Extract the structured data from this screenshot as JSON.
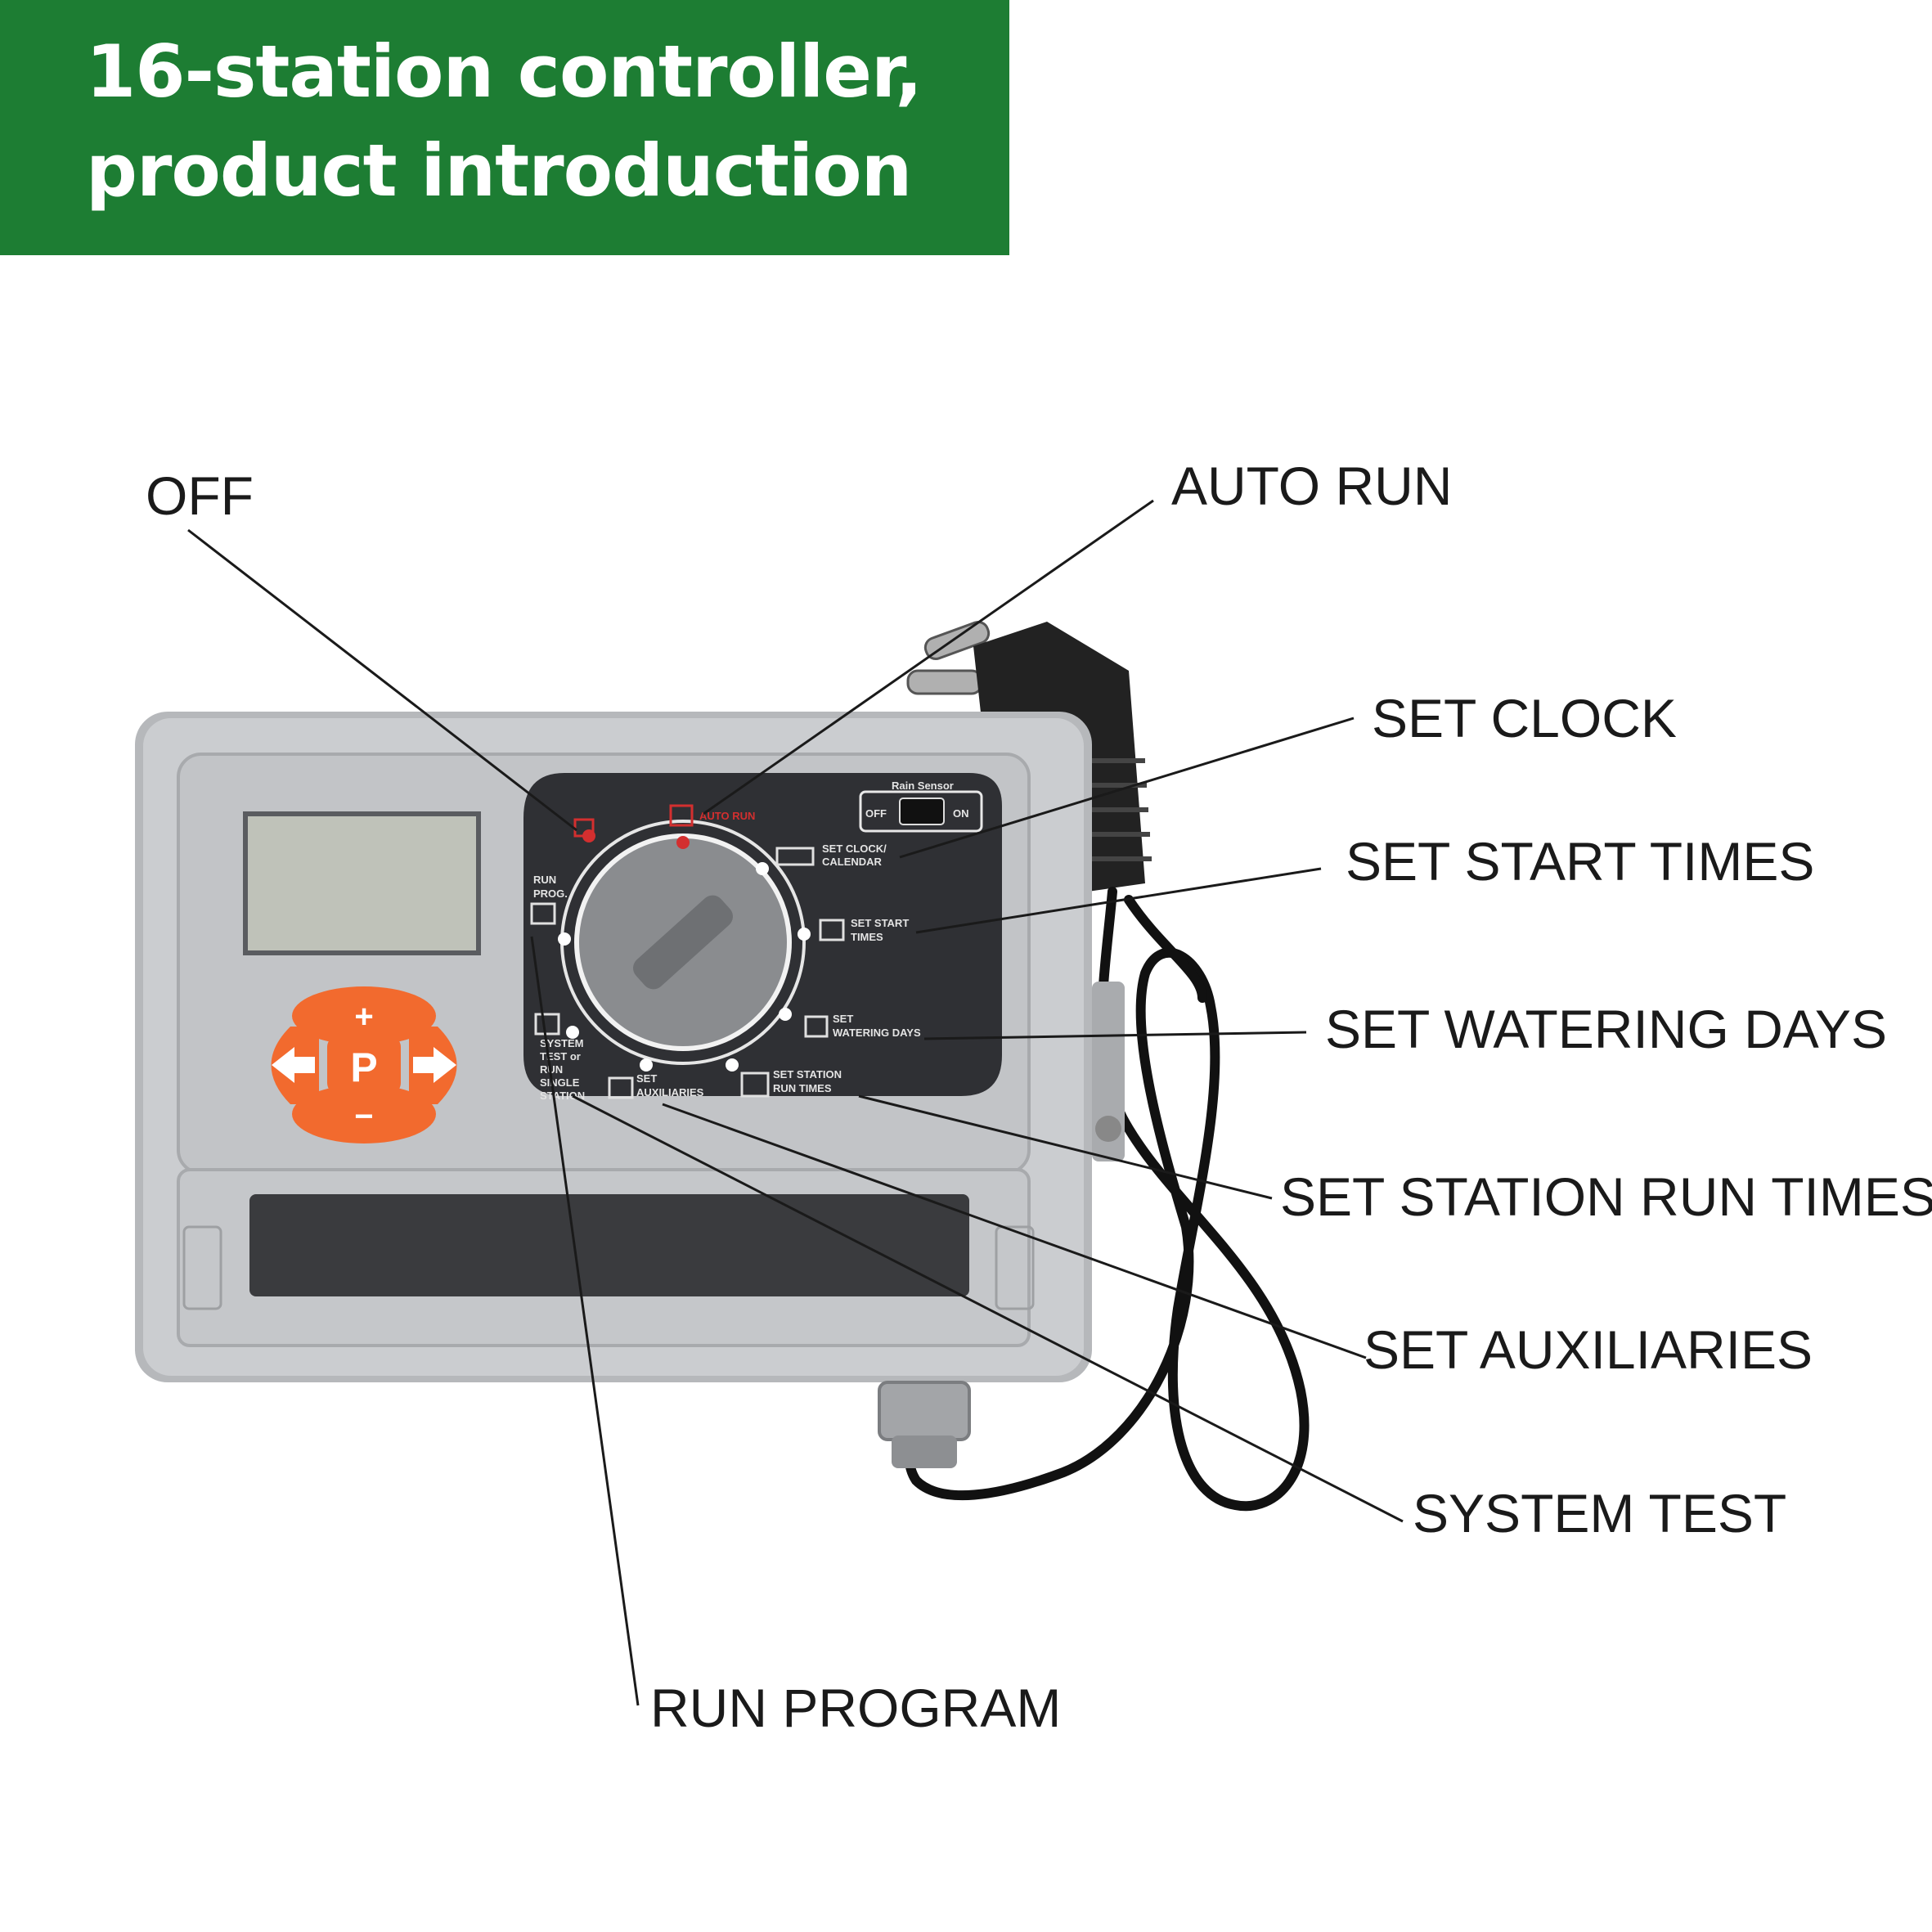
{
  "banner": {
    "line1": "16-station controller,",
    "line2": "product introduction",
    "color": "#1d7d33"
  },
  "callouts": {
    "off": "OFF",
    "auto_run": "AUTO RUN",
    "set_clock": "SET CLOCK",
    "set_start_times": "SET START TIMES",
    "set_watering_days": "SET WATERING DAYS",
    "set_station_run_times": "SET STATION RUN TIMES",
    "set_auxiliaries": "SET AUXILIARIES",
    "system_test": "SYSTEM TEST",
    "run_program": "RUN PROGRAM"
  },
  "device": {
    "rain_sensor": {
      "title": "Rain Sensor",
      "off": "OFF",
      "on": "ON"
    },
    "dial": {
      "auto_run": "AUTO RUN",
      "set_clock_1": "SET CLOCK/",
      "set_clock_2": "CALENDAR",
      "start_1": "SET START",
      "start_2": "TIMES",
      "days_1": "SET",
      "days_2": "WATERING DAYS",
      "station_1": "SET STATION",
      "station_2": "RUN TIMES",
      "aux_1": "SET",
      "aux_2": "AUXILIARIES",
      "run_1": "RUN",
      "run_2": "PROG.",
      "test_1": "SYSTEM",
      "test_2": "TEST or",
      "test_3": "RUN",
      "test_4": "SINGLE",
      "test_5": "STATION"
    },
    "keypad": {
      "plus": "+",
      "minus": "−",
      "left": "left-arrow-icon",
      "right": "right-arrow-icon",
      "p": "P"
    },
    "colors": {
      "button": "#f26a2e",
      "case": "#c9cbce",
      "panel": "#2e2e33",
      "lcd": "#c6c9c0"
    }
  }
}
